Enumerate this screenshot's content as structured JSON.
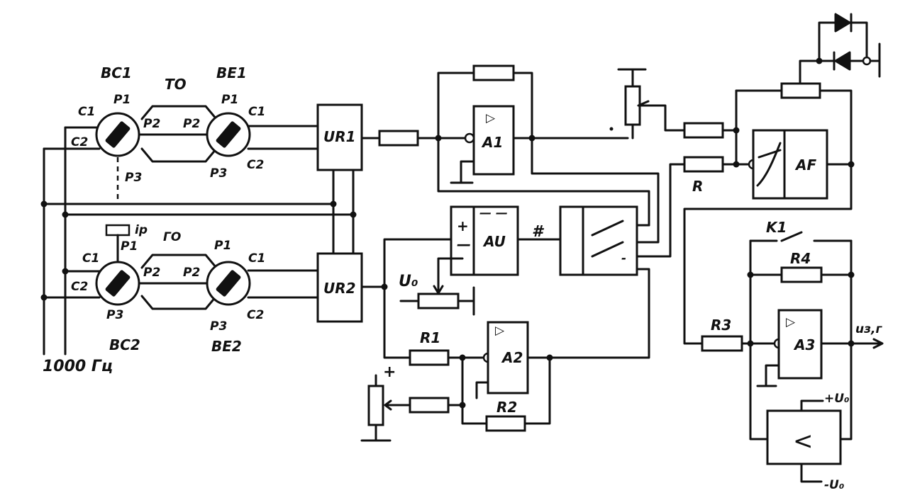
{
  "labels": {
    "bc1": "BC1",
    "to": "TO",
    "be1": "BE1",
    "p1": "P1",
    "p2": "P2",
    "p3": "P3",
    "c1": "C1",
    "c2": "C2",
    "ur1": "UR1",
    "ur2": "UR2",
    "a1": "A1",
    "a2": "A2",
    "a3": "A3",
    "au": "AU",
    "af": "AF",
    "r": "R",
    "r1": "R1",
    "r2": "R2",
    "r3": "R3",
    "r4": "R4",
    "k1": "K1",
    "ip": "iр",
    "go": "ГО",
    "bc2": "BC2",
    "be2": "BE2",
    "freq": "1000 Гц",
    "u0": "U₀",
    "plus": "+",
    "hash": "#",
    "out": "uз,г",
    "pos_supply": "+U₀",
    "neg_supply": "-U₀",
    "amp_tri": "▷",
    "cmp_sym": "<",
    "au_plus": "+",
    "au_minus": "—",
    "au_minus2": "— —",
    "sw_minus": "-"
  }
}
